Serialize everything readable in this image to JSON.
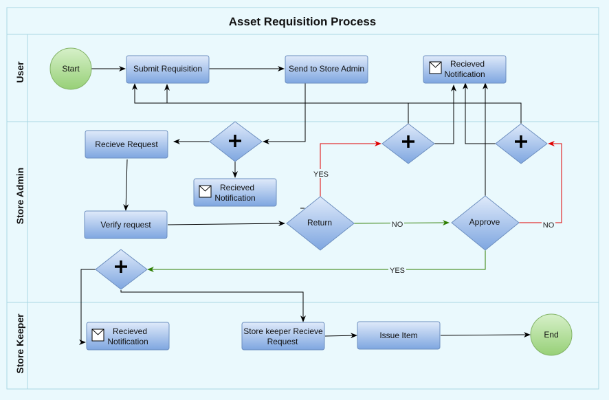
{
  "title": "Asset Requisition Process",
  "lanes": {
    "user": "User",
    "store_admin": "Store Admin",
    "store_keeper": "Store Keeper"
  },
  "nodes": {
    "start": "Start",
    "submit_requisition": "Submit Requisition",
    "send_to_store_admin": "Send to Store Admin",
    "user_notification_1": "Recieved",
    "user_notification_2": "Notification",
    "recieve_request": "Recieve Request",
    "admin_notification_1": "Recieved",
    "admin_notification_2": "Notification",
    "verify_request": "Verify request",
    "return": "Return",
    "approve": "Approve",
    "keeper_notification_1": "Recieved",
    "keeper_notification_2": "Notification",
    "keeper_recieve_1": "Store keeper Recieve",
    "keeper_recieve_2": "Request",
    "issue_item": "Issue Item",
    "end": "End"
  },
  "edges": {
    "return_yes": "YES",
    "return_no": "NO",
    "approve_no": "NO",
    "approve_yes": "YES"
  },
  "colors": {
    "background": "#eaf9fd",
    "lane_border": "#a9d6e3",
    "task_fill_top": "#dfeafa",
    "task_fill_bottom": "#7ea6e0",
    "task_stroke": "#6c8ebf",
    "circle_fill_top": "#d6f0c9",
    "circle_fill_bottom": "#97d077",
    "edge_default": "#000000",
    "edge_yes_return": "#e00000",
    "edge_no_return": "#2d7d00",
    "edge_no_approve": "#e00000",
    "edge_yes_approve": "#2d7d00"
  }
}
